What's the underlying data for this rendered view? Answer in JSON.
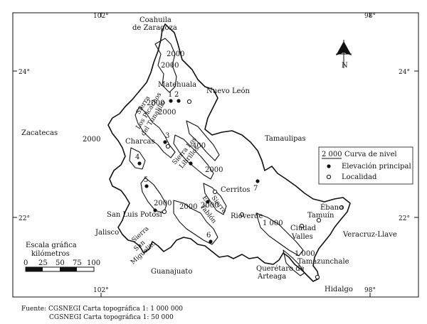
{
  "coordinates": {
    "lon_102": "102°",
    "lon_98": "98°",
    "lat_24": "24°",
    "lat_22": "22°"
  },
  "neighbors": {
    "coahuila_1": "Coahuila",
    "coahuila_2": "de Zaragoza",
    "nuevo_leon": "Nuevo León",
    "zacatecas": "Zacatecas",
    "tamaulipas": "Tamaulipas",
    "veracruz": "Veracruz-Llave",
    "jalisco": "Jalisco",
    "guanajuato": "Guanajuato",
    "queretaro_1": "Querétaro de",
    "queretaro_2": "Arteaga",
    "hidalgo": "Hidalgo"
  },
  "sierras": {
    "picachos_1": "Sierra",
    "picachos_2": "Los Picachos",
    "picachos_3": "del Tunalillo",
    "librillos_1": "Sierra Los",
    "librillos_2": "Librillos",
    "tablon_1": "Sierra",
    "tablon_2": "El",
    "tablon_3": "Tablón",
    "sanmiguelito_1": "Sierra",
    "sanmiguelito_2": "San",
    "sanmiguelito_3": "Miguelito"
  },
  "localities": {
    "matehuala": "Matehuala",
    "charcas": "Charcas",
    "cerritos": "Cerritos",
    "slp": "San Luis Potosí",
    "rioverde": "Rioverde",
    "ciudad_valles_1": "Ciudad",
    "ciudad_valles_2": "Valles",
    "ebano": "Ébano",
    "tamuin": "Tamuín",
    "tamazunchale": "Tamazunchale"
  },
  "contours": {
    "c1": "2000",
    "c2": "2000",
    "c3": "2000",
    "c4": "2000",
    "c5": "2000",
    "c6": "2000",
    "c7": "2000",
    "c8": "2000",
    "c9": "2000",
    "c10": "400",
    "c11": "1 000",
    "c12": "1 000"
  },
  "elevations": {
    "e1": "1",
    "e2": "2",
    "e3": "3",
    "e4": "4",
    "e5": "5",
    "e6": "6",
    "e7": "7"
  },
  "legend": {
    "contour_sample": "2 000",
    "contour_label": "Curva de nivel",
    "elevation_label": "Elevación principal",
    "locality_label": "Localidad"
  },
  "scale": {
    "title_1": "Escala gráfica",
    "title_2": "kilómetros",
    "ticks": [
      "0",
      "25",
      "50",
      "75",
      "100"
    ]
  },
  "north": {
    "label": "N"
  },
  "source": {
    "line1": "Fuente: CGSNEGI Carta topográfica 1: 1 000 000",
    "line2": "CGSNEGI Carta topográfica 1: 50 000"
  }
}
